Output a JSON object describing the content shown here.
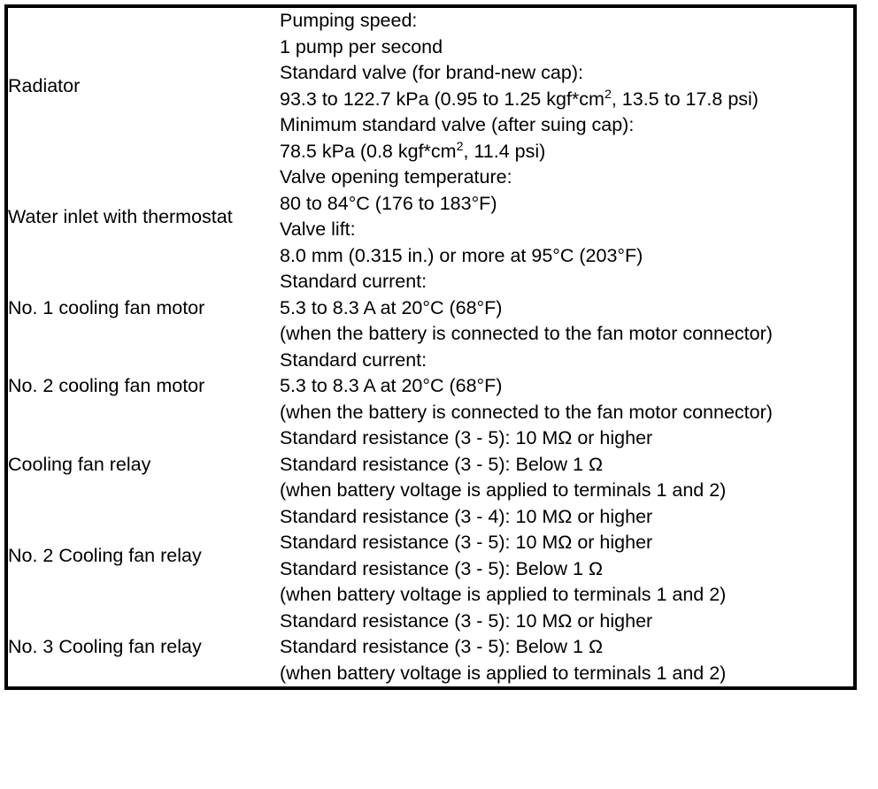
{
  "table": {
    "rows": [
      {
        "label": "Radiator",
        "blocks": [
          {
            "lines": [
              "Pumping speed:",
              "1 pump per second",
              "Standard valve (for brand-new cap):",
              "93.3 to 122.7 kPa (0.95 to 1.25 kgf*cm², 13.5 to 17.8 psi)",
              "Minimum standard valve (after suing cap):",
              "78.5 kPa (0.8 kgf*cm², 11.4 psi)"
            ]
          }
        ]
      },
      {
        "label": "Water inlet with thermostat",
        "blocks": [
          {
            "lines": [
              "Valve opening temperature:",
              "80 to 84°C (176 to 183°F)"
            ]
          },
          {
            "lines": [
              "Valve lift:",
              "8.0 mm (0.315 in.) or more at 95°C (203°F)"
            ]
          }
        ]
      },
      {
        "label": "No. 1 cooling fan motor",
        "blocks": [
          {
            "lines": [
              "Standard current:",
              "5.3 to 8.3 A at 20°C (68°F)",
              "(when the battery is connected to the fan motor connector)"
            ]
          }
        ]
      },
      {
        "label": "No. 2 cooling fan motor",
        "blocks": [
          {
            "lines": [
              "Standard current:",
              "5.3 to 8.3 A at 20°C (68°F)",
              "(when the battery is connected to the fan motor connector)"
            ]
          }
        ]
      },
      {
        "label": "Cooling fan relay",
        "blocks": [
          {
            "lines": [
              "Standard resistance (3 - 5): 10 MΩ or higher",
              "Standard resistance (3 - 5): Below 1 Ω",
              "(when battery voltage is applied to terminals 1 and 2)"
            ]
          }
        ]
      },
      {
        "label": "No. 2 Cooling fan relay",
        "blocks": [
          {
            "lines": [
              "Standard resistance (3 - 4): 10 MΩ or higher",
              "Standard resistance (3 - 5): 10 MΩ or higher",
              "Standard resistance (3 - 5): Below 1 Ω",
              "(when battery voltage is applied to terminals 1 and 2)"
            ]
          }
        ]
      },
      {
        "label": "No. 3 Cooling fan relay",
        "blocks": [
          {
            "lines": [
              "Standard resistance (3 - 5): 10 MΩ or higher",
              "Standard resistance (3 - 5): Below 1 Ω",
              "(when battery voltage is applied to terminals 1 and 2)"
            ]
          }
        ]
      }
    ]
  },
  "colors": {
    "border": "#000000",
    "text": "#000000",
    "background": "#ffffff"
  }
}
